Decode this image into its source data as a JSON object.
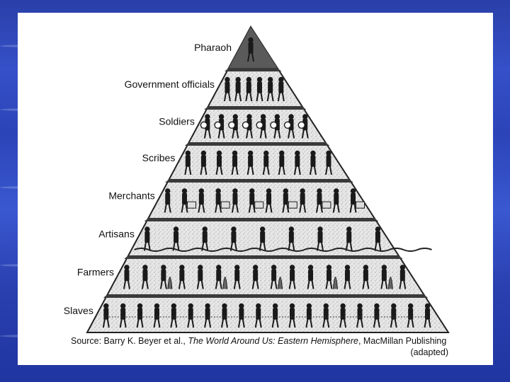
{
  "background": {
    "primary": "#2c44b8",
    "accent": "#c8d7ff"
  },
  "pyramid": {
    "levels": [
      {
        "label": "Pharaoh",
        "figure_icon": "seated-pharaoh-icon",
        "figure_count": 1
      },
      {
        "label": "Government officials",
        "figure_icon": "standing-official-icon",
        "figure_count": 6
      },
      {
        "label": "Soldiers",
        "figure_icon": "soldier-with-shield-icon",
        "figure_count": 8
      },
      {
        "label": "Scribes",
        "figure_icon": "seated-scribe-icon",
        "figure_count": 10
      },
      {
        "label": "Merchants",
        "figure_icon": "merchant-with-goods-icon",
        "figure_count": 12
      },
      {
        "label": "Artisans",
        "figure_icon": "artisan-at-work-icon",
        "figure_count": 9
      },
      {
        "label": "Farmers",
        "figure_icon": "farmer-with-crops-icon",
        "figure_count": 16
      },
      {
        "label": "Slaves",
        "figure_icon": "chained-slave-icon",
        "figure_count": 20
      }
    ]
  },
  "source": {
    "prefix": "Source: Barry K. Beyer et al., ",
    "title": "The World Around Us: Eastern Hemisphere",
    "suffix": ", MacMillan Publishing",
    "line2": "(adapted)"
  }
}
